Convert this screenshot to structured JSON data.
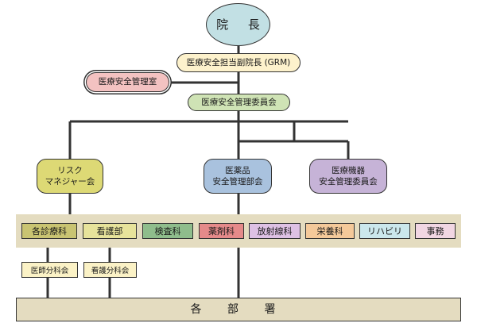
{
  "chart": {
    "top": "院 長",
    "grm": "医療安全担当副院長 (GRM)",
    "safety_office": "医療安全管理室",
    "committee": "医療安全管理委員会",
    "risk_manager": [
      "リスク",
      "マネジャー会"
    ],
    "drug_committee": [
      "医薬品",
      "安全管理部会"
    ],
    "equipment_committee": [
      "医療機器",
      "安全管理委員会"
    ],
    "departments": [
      "各診療科",
      "看護部",
      "検査科",
      "薬剤科",
      "放射線科",
      "栄養科",
      "リハビリ",
      "事務"
    ],
    "sub_committees": [
      "医師分科会",
      "看護分科会"
    ],
    "bottom": "各 部 署"
  },
  "colors": {
    "top": "#c2e0e4",
    "grm": "#fdf2cc",
    "safety_office": "#f3c2c1",
    "committee": "#cfe3b5",
    "risk_manager": "#ddd975",
    "drug_committee": "#a9c2de",
    "equipment_committee": "#c6b3d7",
    "band": "#e4dcc0",
    "sub_committee": "#fbf2c6",
    "line": "#333333"
  }
}
